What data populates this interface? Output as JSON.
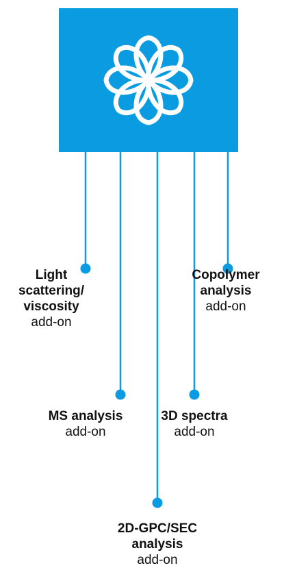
{
  "colors": {
    "brand_blue": "#0a9be0",
    "text": "#111111",
    "icon": "#ffffff"
  },
  "logo": {
    "icon": "flower-icon"
  },
  "addons": [
    {
      "name_lines": [
        "Light",
        "scattering/",
        "viscosity"
      ],
      "suffix": "add-on"
    },
    {
      "name_lines": [
        "MS analysis"
      ],
      "suffix": "add-on"
    },
    {
      "name_lines": [
        "2D-GPC/SEC",
        "analysis"
      ],
      "suffix": "add-on"
    },
    {
      "name_lines": [
        "3D spectra"
      ],
      "suffix": "add-on"
    },
    {
      "name_lines": [
        "Copolymer",
        "analysis"
      ],
      "suffix": "add-on"
    }
  ]
}
